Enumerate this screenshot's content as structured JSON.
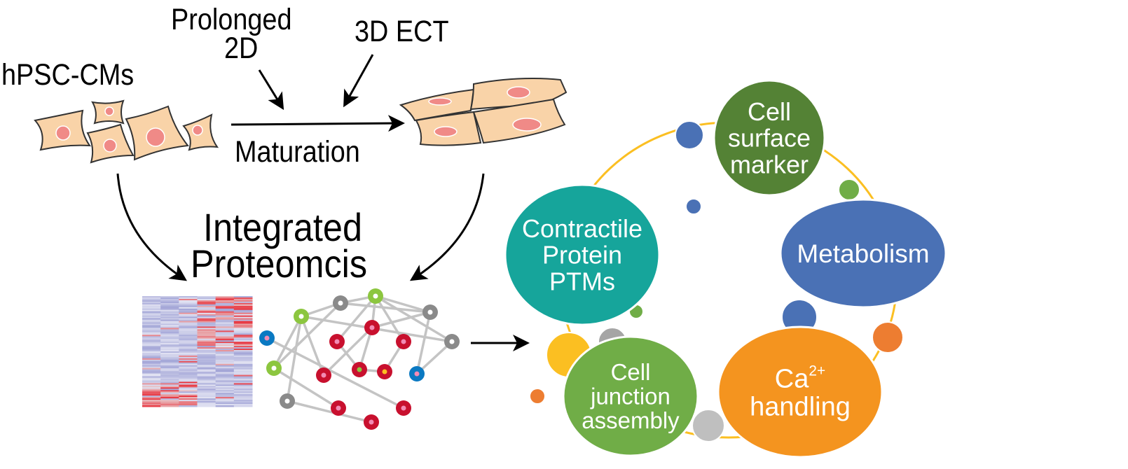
{
  "labels": {
    "cells_initial": "hPSC-CMs",
    "prolonged_2d_line1": "Prolonged",
    "prolonged_2d_line2": "2D",
    "ect_3d": "3D ECT",
    "maturation": "Maturation",
    "integrated_line1": "Integrated",
    "integrated_line2": "Proteomcis"
  },
  "categories": [
    {
      "id": "cell-surface-marker",
      "lines": [
        "Cell",
        "surface",
        "marker"
      ],
      "color": "#548235"
    },
    {
      "id": "metabolism",
      "lines": [
        "Metabolism"
      ],
      "color": "#4a71b5"
    },
    {
      "id": "ca-handling",
      "lines": [
        "Ca",
        "handling"
      ],
      "superscript": "2+",
      "color": "#f4941f"
    },
    {
      "id": "cell-junction-assembly",
      "lines": [
        "Cell",
        "junction",
        "assembly"
      ],
      "color": "#70ad47"
    },
    {
      "id": "contractile-protein-ptms",
      "lines": [
        "Contractile",
        "Protein",
        "PTMs"
      ],
      "color": "#16a59b"
    }
  ],
  "colors": {
    "cell_fill": "#f9d3a8",
    "nucleus": "#f08a87",
    "ring": "#fbbf22",
    "heatmap_blue": "#8c8fd1",
    "heatmap_red": "#e8323c",
    "node_red": "#c8102e",
    "node_green": "#8cc63f",
    "node_gray": "#8a8a8a",
    "node_blue": "#0a79c2",
    "edge": "#c4c4c4"
  }
}
